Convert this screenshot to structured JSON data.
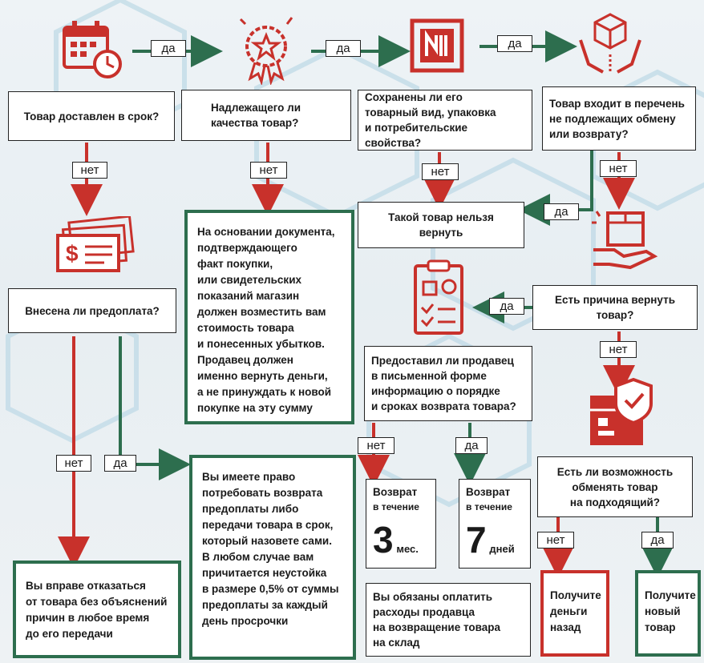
{
  "labels": {
    "yes": "да",
    "no": "нет"
  },
  "colors": {
    "red": "#c8312b",
    "green": "#2d6e4e"
  },
  "icons": [
    "calendar-clock-icon",
    "quality-badge-icon",
    "packaging-box-icon",
    "exchange-box-hands-icon",
    "cash-bills-icon",
    "document-checklist-icon",
    "box-hand-icon",
    "protected-box-icon"
  ],
  "nodes": {
    "q_delivered": "Товар доставлен в срок?",
    "q_quality": [
      "Надлежащего ли",
      "качества товар?"
    ],
    "q_preserved": [
      "Сохранены ли его",
      "товарный вид, упаковка",
      "и потребительские свойства?"
    ],
    "q_excluded_list": [
      "Товар входит в перечень",
      "не подлежащих обмену",
      "или возврату?"
    ],
    "cannot_return": "Такой товар нельзя вернуть",
    "q_prepaid": "Внесена ли предоплата?",
    "q_reason": "Есть причина вернуть товар?",
    "q_written_info": [
      "Предоставил ли продавец",
      "в письменной форме",
      "информацию о порядке",
      "и сроках возврата товара?"
    ],
    "q_exchange": [
      "Есть ли возможность",
      "обменять товар",
      "на подходящий?"
    ],
    "compensation": [
      "На основании документа,",
      "подтверждающего",
      "факт покупки,",
      "или свидетельских",
      "показаний магазин",
      "должен возместить вам",
      "стоимость товара",
      "и понесенных убытков.",
      "Продавец должен",
      "именно вернуть деньги,",
      "а не принуждать к новой",
      "покупке на эту сумму"
    ],
    "prepay_rights": [
      "Вы имеете право",
      "потребовать возврата",
      "предоплаты либо",
      "передачи товара в срок,",
      "который назовете сами.",
      "В любом случае вам",
      "причитается неустойка",
      "в размере 0,5% от суммы",
      "предоплаты за каждый",
      "день просрочки"
    ],
    "refuse": [
      "Вы вправе отказаться",
      "от товара без объяснений",
      "причин в любое время",
      "до его передачи"
    ],
    "return_3": {
      "title": [
        "Возврат",
        "в течение"
      ],
      "number": "3",
      "unit": "мес."
    },
    "return_7": {
      "title": [
        "Возврат",
        "в течение"
      ],
      "number": "7",
      "unit": "дней"
    },
    "obliged": [
      "Вы обязаны оплатить",
      "расходы продавца",
      "на возвращение товара",
      "на склад"
    ],
    "get_money": [
      "Получите",
      "деньги",
      "назад"
    ],
    "get_new": [
      "Получите",
      "новый",
      "товар"
    ]
  }
}
